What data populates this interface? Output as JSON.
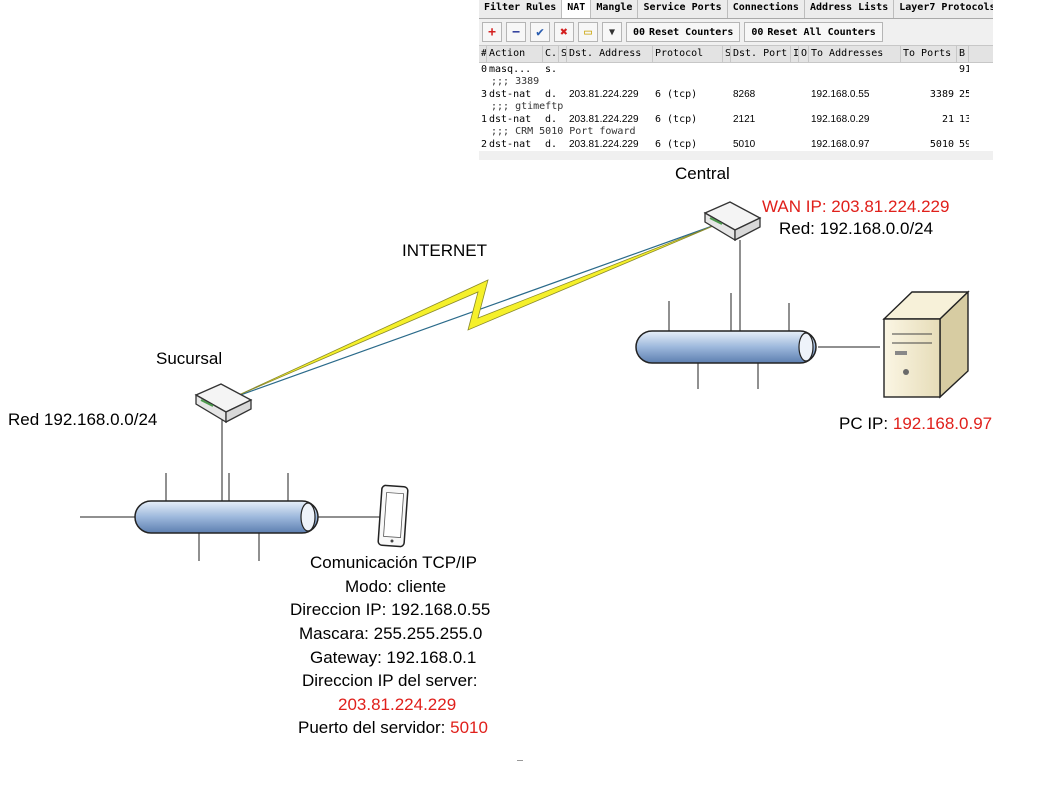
{
  "winbox": {
    "tabs": [
      "Filter Rules",
      "NAT",
      "Mangle",
      "Service Ports",
      "Connections",
      "Address Lists",
      "Layer7 Protocols"
    ],
    "active_tab": "NAT",
    "toolbar": {
      "add": "+",
      "remove": "−",
      "enable": "✔",
      "disable": "✖",
      "comment": "▭",
      "filter": "▼",
      "reset_counters_prefix": "00",
      "reset_counters": "Reset Counters",
      "reset_all_prefix": "00",
      "reset_all": "Reset All Counters"
    },
    "columns": [
      "#",
      "Action",
      "C..",
      "S",
      "Dst. Address",
      "Protocol",
      "S",
      "Dst. Port",
      "I.",
      "O.",
      "To Addresses",
      "To Ports",
      "B"
    ],
    "rows": [
      {
        "comment": "",
        "cells": [
          "0",
          "masq...",
          "s..",
          "",
          "",
          "",
          "",
          "",
          "",
          "",
          "",
          "",
          "91"
        ]
      },
      {
        "comment": ";;; 3389",
        "cells": [
          "3",
          "dst-nat",
          "d..",
          "",
          "203.81.224.229",
          "6 (tcp)",
          "",
          "8268",
          "",
          "",
          "192.168.0.55",
          "3389",
          "25"
        ]
      },
      {
        "comment": ";;; gtimeftp",
        "cells": [
          "1",
          "dst-nat",
          "d..",
          "",
          "203.81.224.229",
          "6 (tcp)",
          "",
          "2121",
          "",
          "",
          "192.168.0.29",
          "21",
          "13"
        ]
      },
      {
        "comment": ";;; CRM     5010 Port foward",
        "cells": [
          "2",
          "dst-nat",
          "d..",
          "",
          "203.81.224.229",
          "6 (tcp)",
          "",
          "5010",
          "",
          "",
          "192.168.0.97",
          "5010",
          "59"
        ]
      }
    ]
  },
  "labels": {
    "internet": "INTERNET",
    "central": "Central",
    "wan_prefix": "WAN IP: ",
    "wan_ip": "203.81.224.229",
    "central_net": "Red: 192.168.0.0/24",
    "sucursal": "Sucursal",
    "sucursal_net": "Red 192.168.0.0/24",
    "pc_prefix": "PC IP: ",
    "pc_ip": "192.168.0.97",
    "comm_title": "Comunicación TCP/IP",
    "mode": "Modo: cliente",
    "ip": "Direccion IP: 192.168.0.55",
    "mask": "Mascara: 255.255.255.0",
    "gateway": "Gateway: 192.168.0.1",
    "server_label": "Direccion IP del server:",
    "server_ip": "203.81.224.229",
    "port_prefix": "Puerto del servidor: ",
    "port": "5010"
  },
  "colors": {
    "highlight": "#e0201b",
    "lightning": "#f5f02a",
    "bus": "#a9c4e4"
  }
}
